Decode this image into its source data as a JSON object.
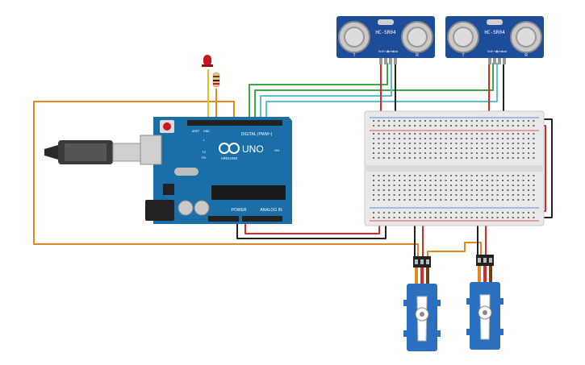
{
  "sensors": [
    {
      "model": "HC-SR04",
      "pins": [
        "Vcc",
        "Trig",
        "Echo",
        "Gnd"
      ],
      "left_mark": "T",
      "right_mark": "R"
    },
    {
      "model": "HC-SR04",
      "pins": [
        "Vcc",
        "Trig",
        "Echo",
        "Gnd"
      ],
      "left_mark": "T",
      "right_mark": "R"
    }
  ],
  "arduino": {
    "brand": "ARDUINO",
    "model": "UNO",
    "digital_label": "DIGITAL (PWM~)",
    "power_label": "POWER",
    "analog_label": "ANALOG IN",
    "on_label": "ON",
    "tx_label": "TX",
    "rx_label": "RX",
    "l_label": "L",
    "aref_label": "AREF",
    "gnd_label": "GND"
  },
  "colors": {
    "board": "#1b6fa8",
    "sensor": "#1d4c9a",
    "wire_red": "#d42c2c",
    "wire_black": "#222222",
    "wire_orange": "#e08a1e",
    "wire_green": "#3aa845",
    "wire_teal": "#5ec1c9",
    "led": "#c8161d",
    "servo": "#2a6fc0"
  }
}
